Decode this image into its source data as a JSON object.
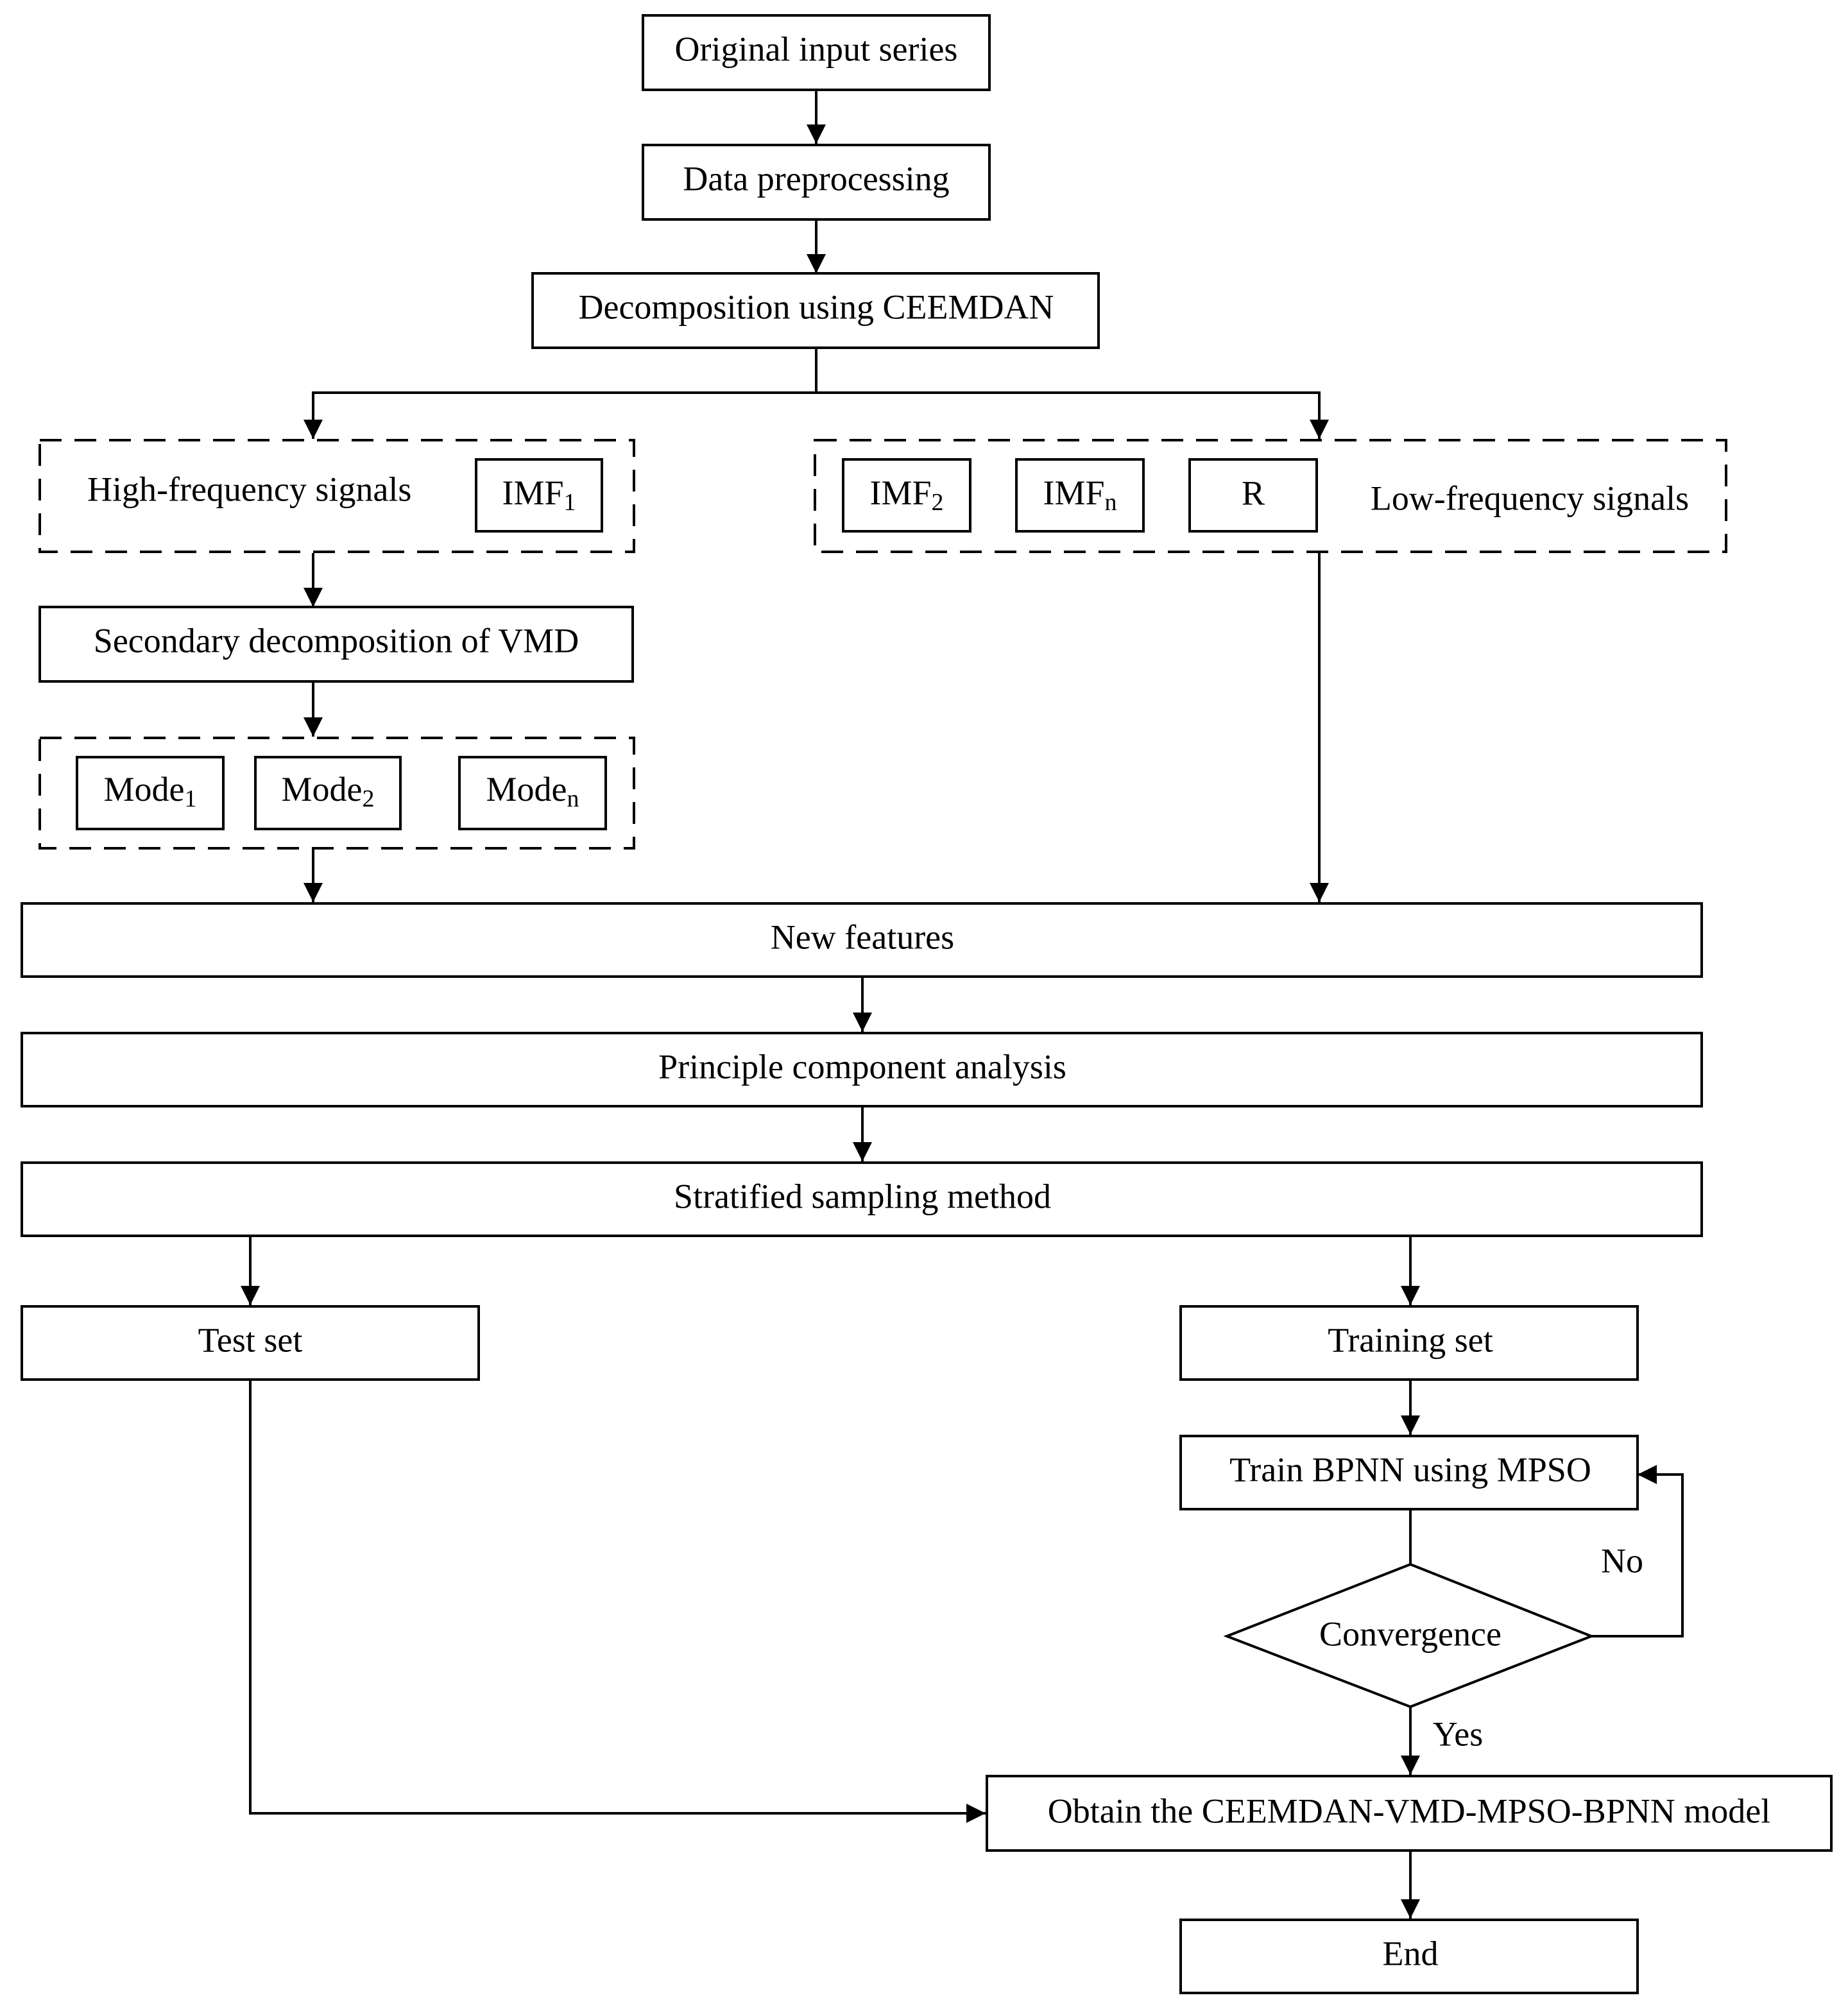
{
  "nodes": {
    "original_input": "Original input series",
    "data_preprocessing": "Data preprocessing",
    "ceemdan": "Decomposition using CEEMDAN",
    "high_freq_group": "High-frequency signals",
    "low_freq_group": "Low-frequency signals",
    "imf1": {
      "base": "IMF",
      "sub": "1"
    },
    "imf2": {
      "base": "IMF",
      "sub": "2"
    },
    "imfn": {
      "base": "IMF",
      "sub": "n"
    },
    "residual": "R",
    "vmd": "Secondary decomposition of VMD",
    "mode1": {
      "base": "Mode",
      "sub": "1"
    },
    "mode2": {
      "base": "Mode",
      "sub": "2"
    },
    "moden": {
      "base": "Mode",
      "sub": "n"
    },
    "new_features": "New features",
    "pca": "Principle component analysis",
    "stratified": "Stratified sampling method",
    "test_set": "Test set",
    "training_set": "Training set",
    "train_bpnn": "Train BPNN using MPSO",
    "convergence": "Convergence",
    "obtain_model": "Obtain the CEEMDAN-VMD-MPSO-BPNN model",
    "end": "End"
  },
  "edge_labels": {
    "no": "No",
    "yes": "Yes"
  }
}
